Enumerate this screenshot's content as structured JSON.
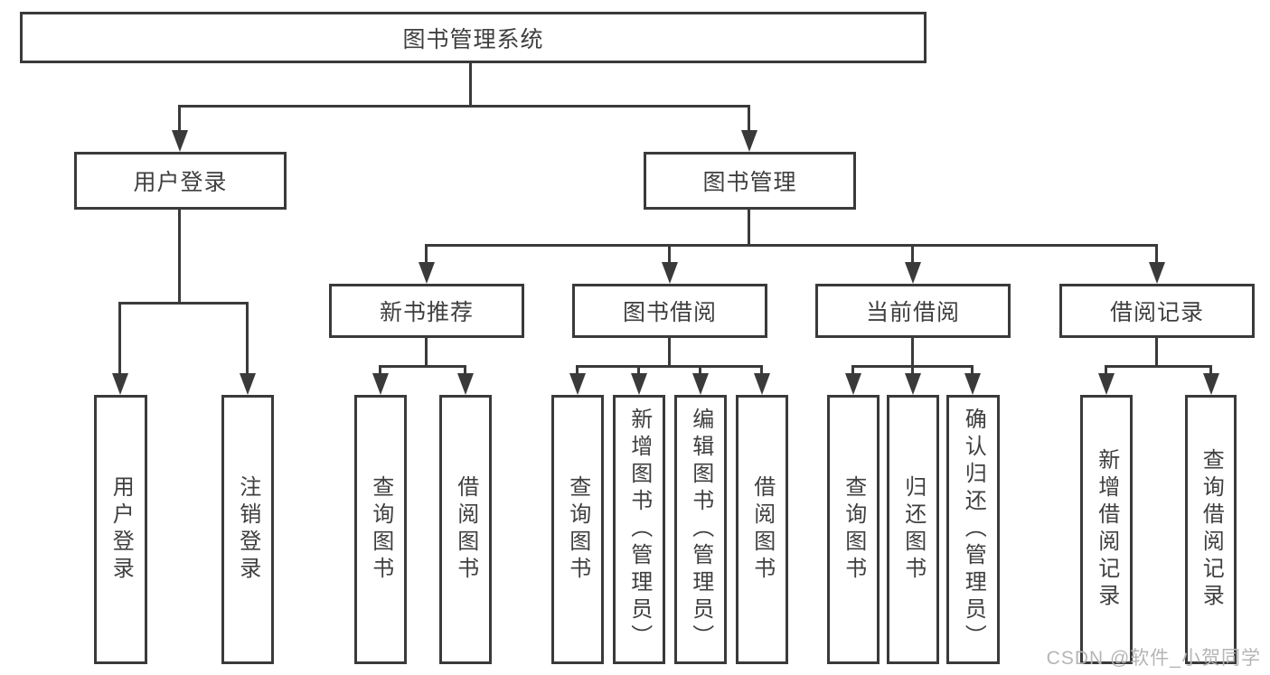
{
  "root": {
    "label": "图书管理系统"
  },
  "branches": [
    {
      "label": "用户登录",
      "children": [
        {
          "label": "用户登录"
        },
        {
          "label": "注销登录"
        }
      ]
    },
    {
      "label": "图书管理",
      "children": [
        {
          "label": "新书推荐",
          "children": [
            {
              "label": "查询图书"
            },
            {
              "label": "借阅图书"
            }
          ]
        },
        {
          "label": "图书借阅",
          "children": [
            {
              "label": "查询图书"
            },
            {
              "label": "新增图书（管理员）"
            },
            {
              "label": "编辑图书（管理员）"
            },
            {
              "label": "借阅图书"
            }
          ]
        },
        {
          "label": "当前借阅",
          "children": [
            {
              "label": "查询图书"
            },
            {
              "label": "归还图书"
            },
            {
              "label": "确认归还（管理员）"
            }
          ]
        },
        {
          "label": "借阅记录",
          "children": [
            {
              "label": "新增借阅记录"
            },
            {
              "label": "查询借阅记录"
            }
          ]
        }
      ]
    }
  ],
  "watermark": {
    "text": "CSDN @软件_小贺同学"
  },
  "colors": {
    "line": "#3a3a3a",
    "text": "#3f3f3f",
    "watermark": "#b5b5b5",
    "background": "#ffffff"
  }
}
